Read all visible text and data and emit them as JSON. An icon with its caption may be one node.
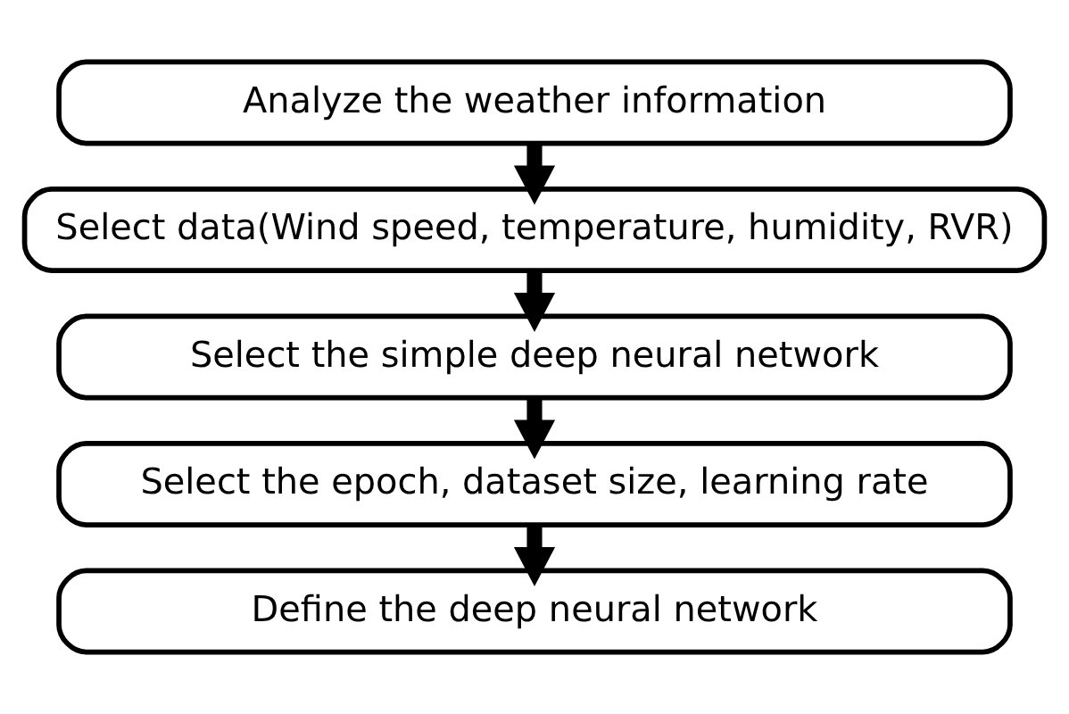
{
  "diagram": {
    "nodes": [
      {
        "text": [
          "Analyze the weather information"
        ]
      },
      {
        "text": [
          "Select data(Wind speed, temperature, humidity, RVR)"
        ]
      },
      {
        "text": [
          "Select the simple deep neural network"
        ]
      },
      {
        "text": [
          "Select the epoch, dataset size, learning rate"
        ]
      },
      {
        "text": [
          "Define the deep neural network"
        ]
      }
    ],
    "edges": [
      {
        "from": 0,
        "to": 1,
        "arrow": "to"
      },
      {
        "from": 1,
        "to": 2,
        "arrow": "to"
      },
      {
        "from": 2,
        "to": 3,
        "arrow": "to"
      },
      {
        "from": 3,
        "to": 4,
        "arrow": "to"
      }
    ]
  }
}
